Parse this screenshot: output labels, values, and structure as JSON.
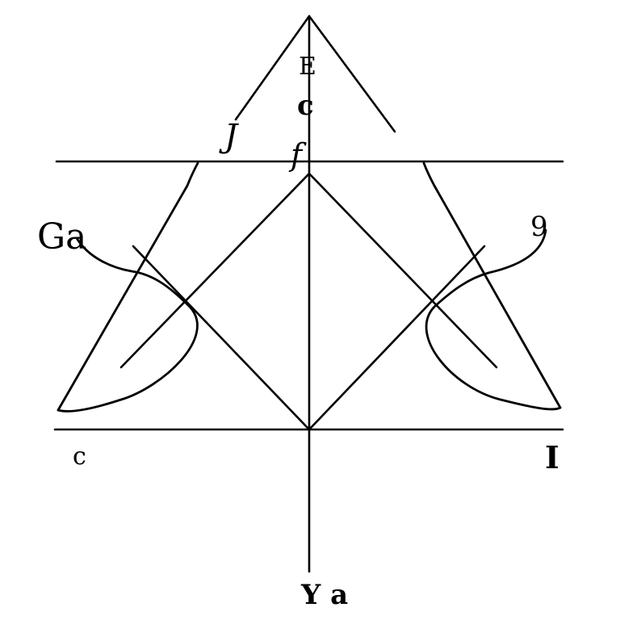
{
  "diagram": {
    "stroke_color": "#000000",
    "background": "#ffffff",
    "labels": {
      "left_mid": "Ga",
      "right_mid": "9",
      "bottom_left": "c",
      "bottom_right": "I",
      "bottom_axis": "Y a",
      "axis_mark_1": "E",
      "axis_mark_2": "c",
      "axis_mark_3": "f",
      "apex_left_glyph": "J"
    },
    "elements": {
      "apex": "triangle-apex",
      "top_line": "horizontal-line-top",
      "bottom_line": "horizontal-line-bottom",
      "axis": "vertical-axis",
      "inner_diamond": "crossed-lines",
      "curves": "symmetric-s-curves"
    }
  }
}
